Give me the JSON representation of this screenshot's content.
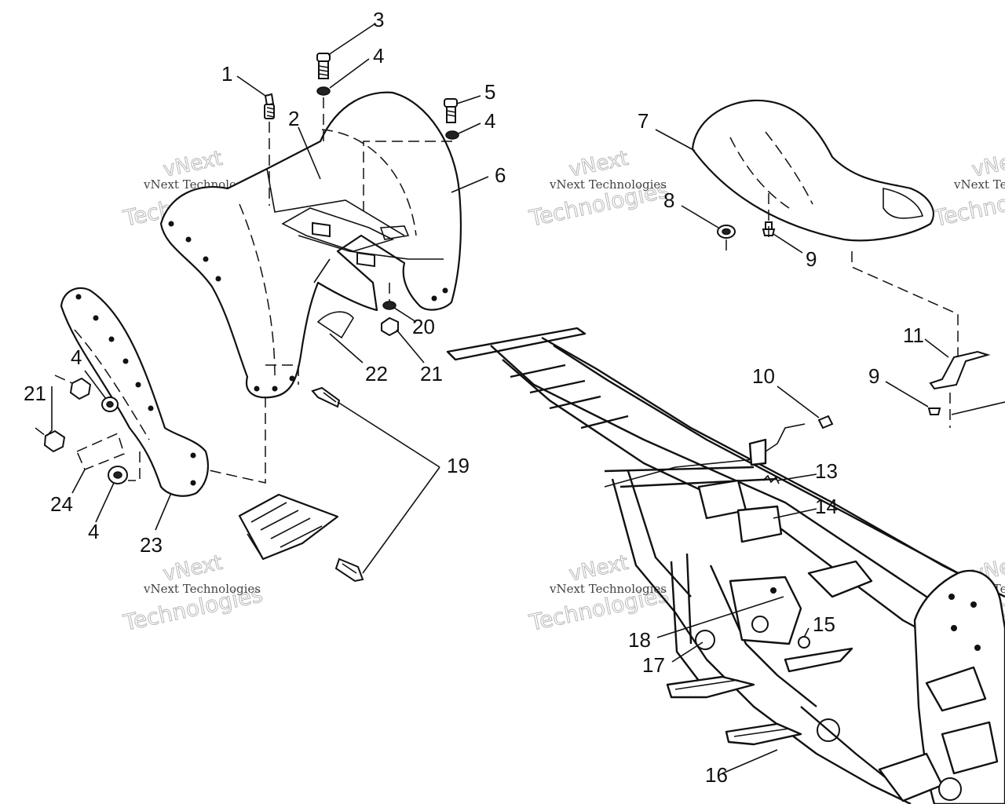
{
  "watermark": {
    "brand_line1": "vNext",
    "brand_line2": "Technologies",
    "small_text": "vNext Technologies"
  },
  "callouts": [
    {
      "id": "c1",
      "label": "1"
    },
    {
      "id": "c2",
      "label": "2"
    },
    {
      "id": "c3",
      "label": "3"
    },
    {
      "id": "c4a",
      "label": "4"
    },
    {
      "id": "c5",
      "label": "5"
    },
    {
      "id": "c4b",
      "label": "4"
    },
    {
      "id": "c6",
      "label": "6"
    },
    {
      "id": "c7",
      "label": "7"
    },
    {
      "id": "c8",
      "label": "8"
    },
    {
      "id": "c9a",
      "label": "9"
    },
    {
      "id": "c20",
      "label": "20"
    },
    {
      "id": "c22",
      "label": "22"
    },
    {
      "id": "c21a",
      "label": "21"
    },
    {
      "id": "c4c",
      "label": "4"
    },
    {
      "id": "c21b",
      "label": "21"
    },
    {
      "id": "c10",
      "label": "10"
    },
    {
      "id": "c11",
      "label": "11"
    },
    {
      "id": "c9b",
      "label": "9"
    },
    {
      "id": "c19",
      "label": "19"
    },
    {
      "id": "c13",
      "label": "13"
    },
    {
      "id": "c14",
      "label": "14"
    },
    {
      "id": "c24",
      "label": "24"
    },
    {
      "id": "c4d",
      "label": "4"
    },
    {
      "id": "c23",
      "label": "23"
    },
    {
      "id": "c18",
      "label": "18"
    },
    {
      "id": "c15",
      "label": "15"
    },
    {
      "id": "c17",
      "label": "17"
    },
    {
      "id": "c16",
      "label": "16"
    }
  ]
}
